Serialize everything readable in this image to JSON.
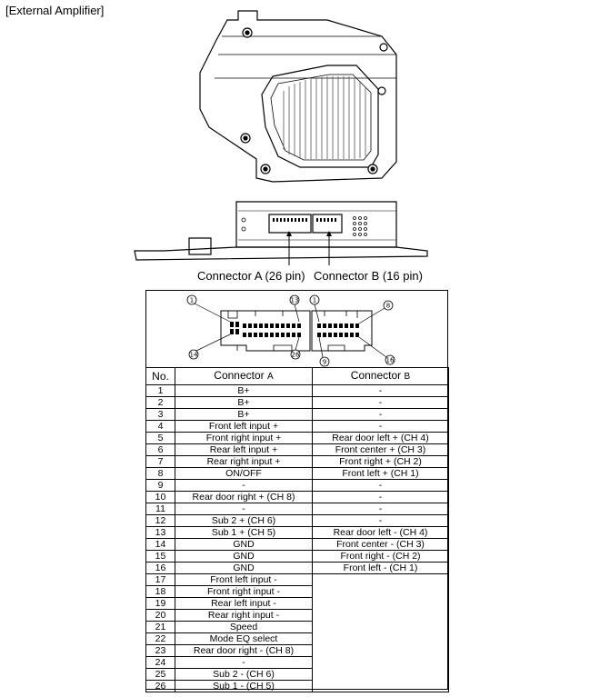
{
  "title": "[External Amplifier]",
  "connector_a_label": "Connector A (26 pin)",
  "connector_b_label": "Connector B (16 pin)",
  "pin_callouts": {
    "a_first": "1",
    "a_last_top": "13",
    "b_first": "1",
    "b_last_top": "8",
    "a_first_bottom": "14",
    "a_last_bottom": "26",
    "b_first_bottom": "9",
    "b_last_bottom": "16"
  },
  "table": {
    "headers": {
      "no": "No.",
      "connector_a_word": "Connector",
      "connector_a_letter": "A",
      "connector_b_word": "Connector",
      "connector_b_letter": "B"
    },
    "rows": [
      {
        "no": "1",
        "a": "B+",
        "b": "-"
      },
      {
        "no": "2",
        "a": "B+",
        "b": "-"
      },
      {
        "no": "3",
        "a": "B+",
        "b": "-"
      },
      {
        "no": "4",
        "a": "Front left input +",
        "b": "-"
      },
      {
        "no": "5",
        "a": "Front right input +",
        "b": "Rear door left + (CH 4)"
      },
      {
        "no": "6",
        "a": "Rear left input +",
        "b": "Front center + (CH 3)"
      },
      {
        "no": "7",
        "a": "Rear right input +",
        "b": "Front right + (CH 2)"
      },
      {
        "no": "8",
        "a": "ON/OFF",
        "b": "Front left + (CH 1)"
      },
      {
        "no": "9",
        "a": "-",
        "b": "-"
      },
      {
        "no": "10",
        "a": "Rear door right + (CH 8)",
        "b": "-"
      },
      {
        "no": "11",
        "a": "-",
        "b": "-"
      },
      {
        "no": "12",
        "a": "Sub 2 + (CH 6)",
        "b": "-"
      },
      {
        "no": "13",
        "a": "Sub 1 + (CH 5)",
        "b": "Rear door left - (CH 4)"
      },
      {
        "no": "14",
        "a": "GND",
        "b": "Front center - (CH 3)"
      },
      {
        "no": "15",
        "a": "GND",
        "b": "Front right - (CH 2)"
      },
      {
        "no": "16",
        "a": "GND",
        "b": "Front left - (CH 1)"
      },
      {
        "no": "17",
        "a": "Front left input -"
      },
      {
        "no": "18",
        "a": "Front right input -"
      },
      {
        "no": "19",
        "a": "Rear left input -"
      },
      {
        "no": "20",
        "a": "Rear right input -"
      },
      {
        "no": "21",
        "a": "Speed"
      },
      {
        "no": "22",
        "a": "Mode EQ select"
      },
      {
        "no": "23",
        "a": "Rear door right - (CH 8)"
      },
      {
        "no": "24",
        "a": "-"
      },
      {
        "no": "25",
        "a": "Sub 2 - (CH 6)"
      },
      {
        "no": "26",
        "a": "Sub 1 - (CH 5)"
      }
    ]
  }
}
